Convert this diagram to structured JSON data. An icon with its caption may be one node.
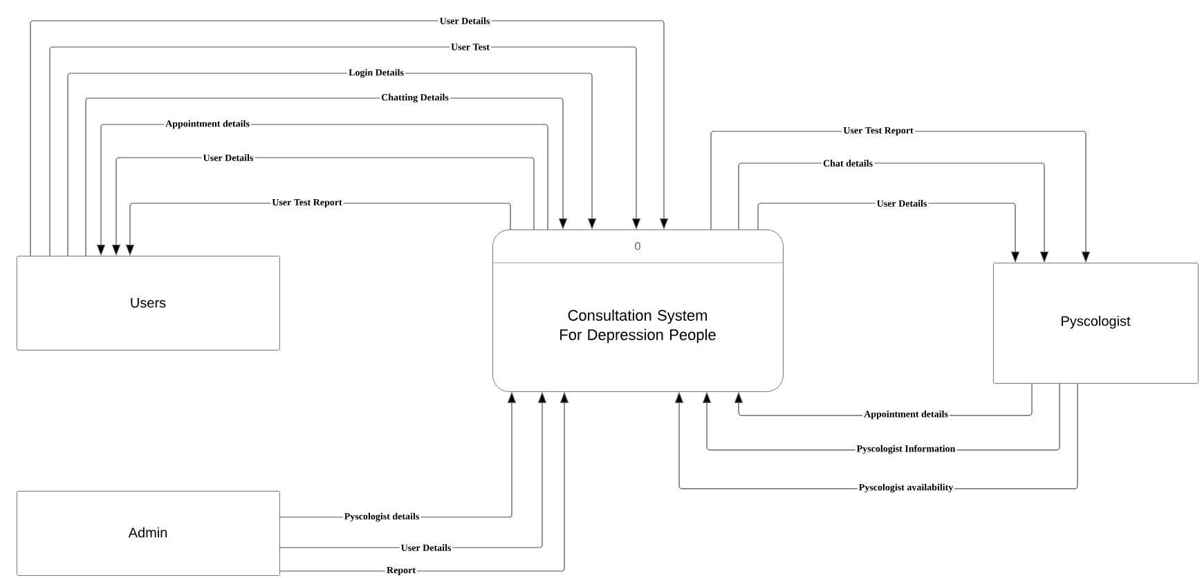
{
  "diagram": {
    "nodes": [
      {
        "text": [
          "Users"
        ]
      },
      {
        "text": [
          "0",
          "Consultation System For Depression People"
        ]
      },
      {
        "text": [
          "Pyscologist"
        ]
      },
      {
        "text": [
          "Admin"
        ]
      }
    ],
    "edges": [
      {
        "from": 0,
        "to": 1,
        "arrow": "to",
        "label": "User Details"
      },
      {
        "from": 0,
        "to": 1,
        "arrow": "to",
        "label": "User  Test"
      },
      {
        "from": 0,
        "to": 1,
        "arrow": "to",
        "label": "Login Details"
      },
      {
        "from": 0,
        "to": 1,
        "arrow": "to",
        "label": "Chatting Details"
      },
      {
        "from": 1,
        "to": 0,
        "arrow": "to",
        "label": "Appointment details"
      },
      {
        "from": 1,
        "to": 0,
        "arrow": "to",
        "label": "User Details"
      },
      {
        "from": 1,
        "to": 0,
        "arrow": "to",
        "label": "User  Test Report"
      },
      {
        "from": 1,
        "to": 2,
        "arrow": "to",
        "label": "User  Test Report"
      },
      {
        "from": 1,
        "to": 2,
        "arrow": "to",
        "label": "Chat details"
      },
      {
        "from": 1,
        "to": 2,
        "arrow": "to",
        "label": "User Details"
      },
      {
        "from": 2,
        "to": 1,
        "arrow": "to",
        "label": "Appointment details"
      },
      {
        "from": 2,
        "to": 1,
        "arrow": "to",
        "label": "Pyscologist Information"
      },
      {
        "from": 2,
        "to": 1,
        "arrow": "to",
        "label": "Pyscologist availability"
      },
      {
        "from": 3,
        "to": 1,
        "arrow": "to",
        "label": "Pyscologist details"
      },
      {
        "from": 3,
        "to": 1,
        "arrow": "to",
        "label": "User Details"
      },
      {
        "from": 3,
        "to": 1,
        "arrow": "to",
        "label": "Report"
      }
    ]
  }
}
